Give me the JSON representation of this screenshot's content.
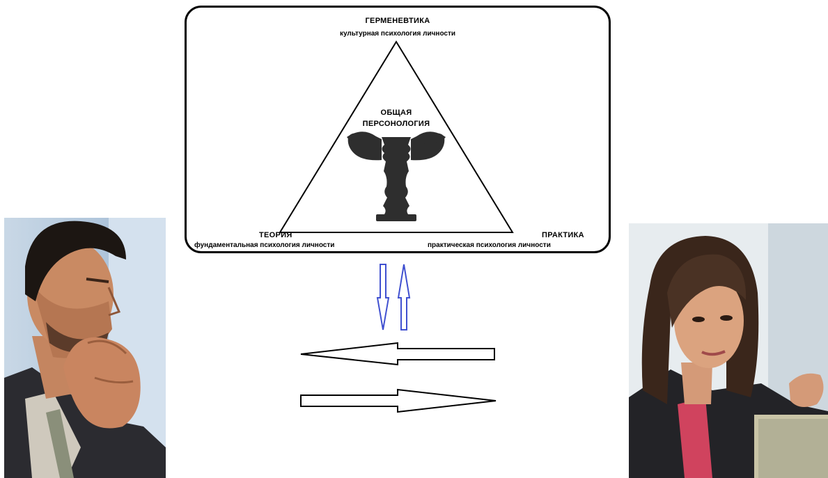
{
  "diagram": {
    "top": {
      "title": "ГЕРМЕНЕВТИКА",
      "subtitle": "культурная психология личности"
    },
    "center": {
      "line1": "ОБЩАЯ",
      "line2": "ПЕРСОНОЛОГИЯ",
      "symbol": "psi-face-vase-icon"
    },
    "left": {
      "title": "ТЕОРИЯ",
      "subtitle": "фундаментальная психология личности"
    },
    "right": {
      "title": "ПРАКТИКА",
      "subtitle": "практическая психология личности"
    }
  },
  "arrows": {
    "vertical_color": "#4050d0",
    "horizontal_color": "#000000"
  },
  "photos": {
    "left": "man-thinking-photo",
    "right": "woman-listening-photo"
  }
}
